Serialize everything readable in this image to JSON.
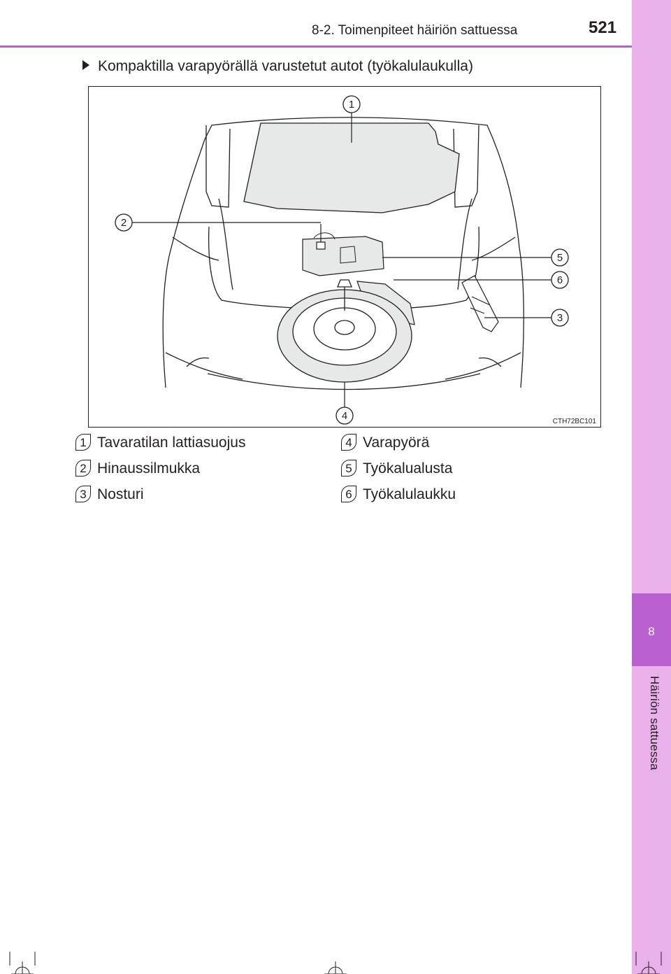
{
  "header": {
    "section": "8-2. Toimenpiteet häiriön sattuessa",
    "page_number": "521"
  },
  "side_tab": {
    "chapter_number": "8",
    "chapter_title": "Häiriön sattuessa"
  },
  "subtitle": "Kompaktilla varapyörällä varustetut autot (työkalulaukulla)",
  "figure": {
    "code": "CTH72BC101",
    "callouts": [
      "1",
      "2",
      "3",
      "4",
      "5",
      "6"
    ]
  },
  "legend": [
    {
      "num": "1",
      "label": "Tavaratilan lattiasuojus"
    },
    {
      "num": "2",
      "label": "Hinaussilmukka"
    },
    {
      "num": "3",
      "label": "Nosturi"
    },
    {
      "num": "4",
      "label": "Varapyörä"
    },
    {
      "num": "5",
      "label": "Työkalualusta"
    },
    {
      "num": "6",
      "label": "Työkalulaukku"
    }
  ],
  "colors": {
    "accent": "#b95fd0",
    "side_tab": "#e9b0ea",
    "text": "#231f20"
  }
}
